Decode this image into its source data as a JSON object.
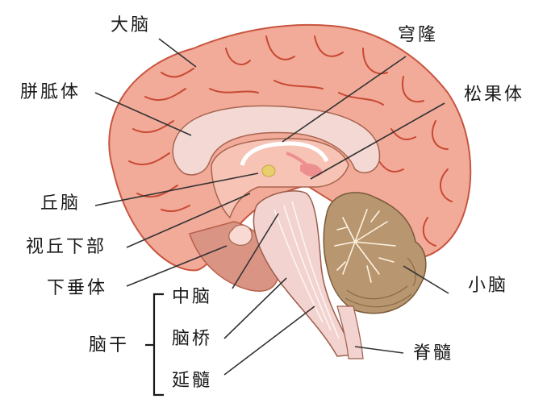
{
  "diagram": {
    "subject": "human brain midsagittal section",
    "colors": {
      "cerebrum": "#f2aa99",
      "cerebrum_outline": "#c8553f",
      "sulci": "#c84a32",
      "corpus_callosum": "#f4d8d4",
      "inner_tissue": "#f6c3b5",
      "brainstem": "#f3d3cf",
      "cerebellum": "#b79670",
      "cerebellum_folia": "#fff3e0",
      "pineal_highlight": "#ee8f8f",
      "thalamus_dot": "#e8cf6e",
      "leader_line": "#333333",
      "label_text": "#1a1a1a"
    },
    "labels": {
      "cerebrum": "大脑",
      "corpus_callosum": "胼胝体",
      "fornix": "穹隆",
      "pineal_body": "松果体",
      "thalamus": "丘脑",
      "hypothalamus": "视丘下部",
      "pituitary": "下垂体",
      "cerebellum": "小脑",
      "spinal_cord": "脊髓",
      "brainstem_group": {
        "title": "脑干",
        "items": [
          "中脑",
          "脑桥",
          "延髓"
        ]
      }
    }
  }
}
